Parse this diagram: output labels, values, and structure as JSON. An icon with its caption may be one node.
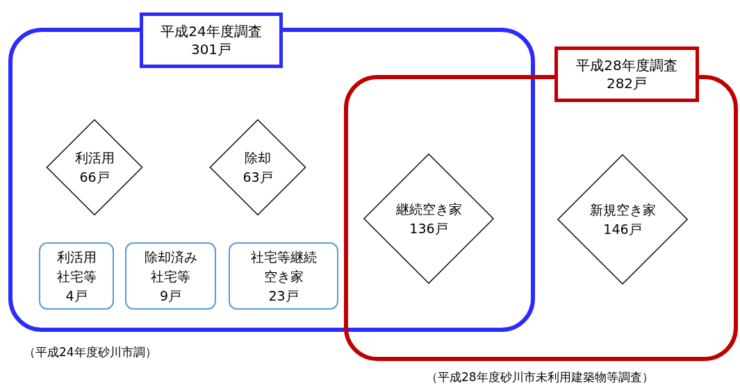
{
  "diagram": {
    "nodes": [
      {
        "text": [
          "平成24年度調査",
          "301戸"
        ],
        "beside": [
          "（平成24年度砂川市調）"
        ]
      },
      {
        "text": [
          "利活用",
          "66戸"
        ],
        "in": 0
      },
      {
        "text": [
          "除却",
          "63戸"
        ],
        "in": 0
      },
      {
        "text": [
          "利活用社宅等",
          "4戸"
        ],
        "in": 0
      },
      {
        "text": [
          "除却済み社宅等",
          "9戸"
        ],
        "in": 0
      },
      {
        "text": [
          "社宅等継続空き家",
          "23戸"
        ],
        "in": 0
      },
      {
        "text": [
          "平成28年度調査",
          "282戸"
        ],
        "beside": [
          "（平成28年度砂川市未利用建築物等調査）"
        ]
      },
      {
        "text": [
          "継続空き家",
          "136戸"
        ]
      },
      {
        "text": [
          "新規空き家",
          "146戸"
        ],
        "in": 6
      }
    ]
  }
}
